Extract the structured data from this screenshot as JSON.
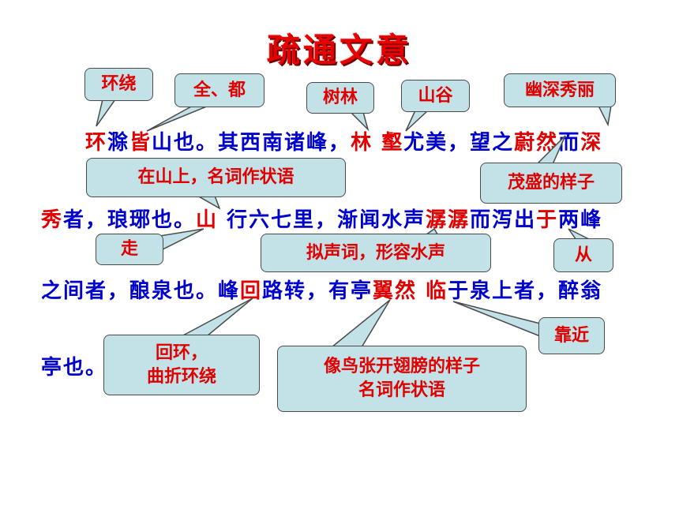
{
  "title": "疏通文意",
  "lines": [
    [
      "环",
      "滁",
      "皆",
      "山也。其西南诸峰，",
      "林",
      " ",
      "壑",
      "尤美，望之",
      "蔚然",
      "而",
      "深"
    ],
    [
      "秀",
      "者，琅琊也。",
      "山",
      " 行六七里，渐闻水声",
      "潺潺",
      "而泻出",
      "于",
      "两峰"
    ],
    [
      "之间者，酿泉也。峰",
      "回",
      "路转，有亭",
      "翼然",
      " ",
      "临",
      "于泉上者，醉翁"
    ],
    [
      "亭也。"
    ]
  ],
  "red_flags": [
    [
      1,
      0,
      1,
      0,
      1,
      0,
      1,
      0,
      1,
      0,
      1
    ],
    [
      1,
      0,
      1,
      0,
      1,
      0,
      1,
      0
    ],
    [
      0,
      1,
      0,
      1,
      0,
      1,
      0
    ],
    [
      0
    ]
  ],
  "annotations": {
    "huanrao": "环绕",
    "quandou": "全、都",
    "shulin": "树林",
    "shangu": "山谷",
    "youshen": "幽深秀丽",
    "zaishan": "在山上，名词作状语",
    "maosheng": "茂盛的样子",
    "zou": "走",
    "nisheng": "拟声词，形容水声",
    "cong": "从",
    "kaojin": "靠近",
    "huihuan_1": "回环，",
    "huihuan_2": "曲折环绕",
    "xiangniao_1": "像鸟张开翅膀的样子",
    "xiangniao_2": "名词作状语"
  },
  "colors": {
    "text_blue": "#0000cc",
    "text_red": "#e00000",
    "bubble_fill": "#c3e2e8",
    "bubble_border": "#4a4a4a"
  }
}
